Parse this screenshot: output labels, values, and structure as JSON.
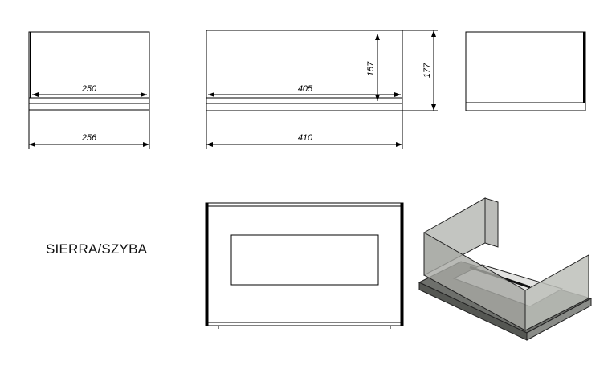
{
  "product": {
    "name": "SIERRA/SZYBA"
  },
  "views": {
    "left": {
      "inner_width": "250",
      "outer_width": "256"
    },
    "front": {
      "inner_width": "405",
      "outer_width": "410",
      "inner_height": "157",
      "outer_height": "177"
    },
    "right": {},
    "top": {},
    "iso": {}
  },
  "colors": {
    "line": "#000000",
    "glass": "#b9bbb6",
    "glass_dark": "#9ea09b",
    "base": "#6e706c",
    "base_light": "#e2e2e0"
  }
}
